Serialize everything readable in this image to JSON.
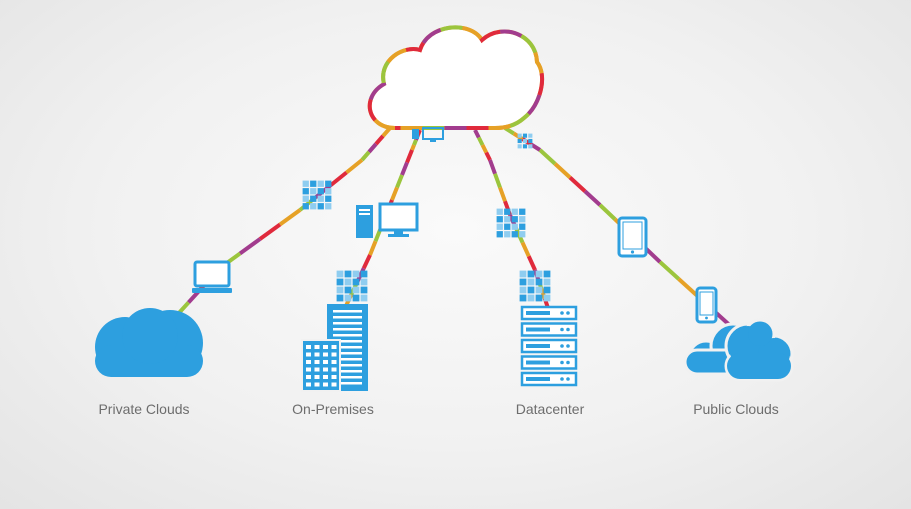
{
  "colors": {
    "blue": "#2d9fdf",
    "cable_segments": [
      "#e6a126",
      "#e02a3c",
      "#a23c8e",
      "#9bc53d"
    ],
    "label": "#6d6d6d",
    "background": "#f1f1f1"
  },
  "nodes": [
    {
      "id": "private-clouds",
      "label": "Private Clouds",
      "icon": "cloud-icon"
    },
    {
      "id": "on-premises",
      "label": "On-Premises",
      "icon": "office-buildings-icon"
    },
    {
      "id": "datacenter",
      "label": "Datacenter",
      "icon": "server-rack-icon"
    },
    {
      "id": "public-clouds",
      "label": "Public Clouds",
      "icon": "clouds-icon"
    }
  ],
  "hub": {
    "icon": "central-cloud-icon"
  },
  "connection_icons": [
    "laptop-icon",
    "desktop-computer-icon",
    "tablet-icon",
    "smartphone-icon",
    "firewall-icon"
  ]
}
